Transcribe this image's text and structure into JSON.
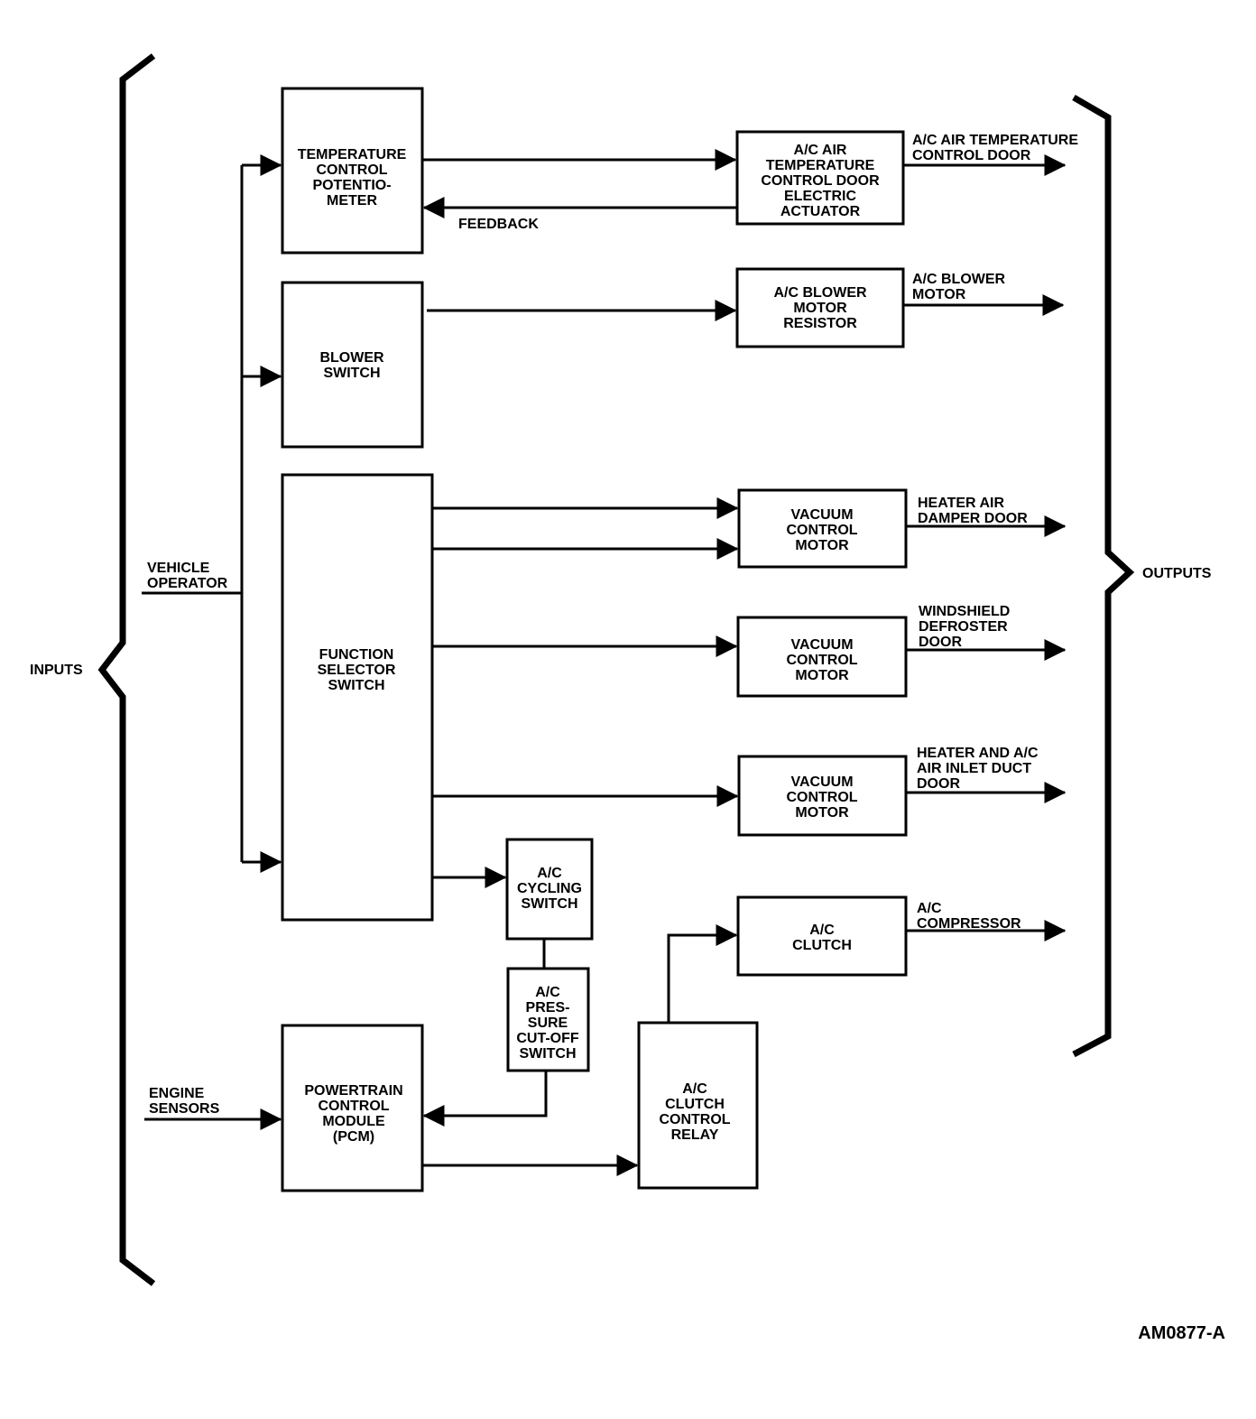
{
  "inputs_label": "INPUTS",
  "outputs_label": "OUTPUTS",
  "vehicle_operator": [
    "VEHICLE",
    "OPERATOR"
  ],
  "engine_sensors": [
    "ENGINE",
    "SENSORS"
  ],
  "feedback_label": "FEEDBACK",
  "figure_id": "AM0877-A",
  "blocks": {
    "temp_pot": [
      "TEMPERATURE",
      "CONTROL",
      "POTENTIO-",
      "METER"
    ],
    "blower_switch": [
      "BLOWER",
      "SWITCH"
    ],
    "function_selector": [
      "FUNCTION",
      "SELECTOR",
      "SWITCH"
    ],
    "ac_cycling": [
      "A/C",
      "CYCLING",
      "SWITCH"
    ],
    "ac_pressure": [
      "A/C",
      "PRES-",
      "SURE",
      "CUT-OFF",
      "SWITCH"
    ],
    "pcm": [
      "POWERTRAIN",
      "CONTROL",
      "MODULE",
      "(PCM)"
    ],
    "clutch_relay": [
      "A/C",
      "CLUTCH",
      "CONTROL",
      "RELAY"
    ],
    "temp_actuator": [
      "A/C AIR",
      "TEMPERATURE",
      "CONTROL DOOR",
      "ELECTRIC",
      "ACTUATOR"
    ],
    "blower_resistor": [
      "A/C BLOWER",
      "MOTOR",
      "RESISTOR"
    ],
    "vacuum_1": [
      "VACUUM",
      "CONTROL",
      "MOTOR"
    ],
    "vacuum_2": [
      "VACUUM",
      "CONTROL",
      "MOTOR"
    ],
    "vacuum_3": [
      "VACUUM",
      "CONTROL",
      "MOTOR"
    ],
    "ac_clutch": [
      "A/C",
      "CLUTCH"
    ]
  },
  "outputs": {
    "temp_door": [
      "A/C AIR TEMPERATURE",
      "CONTROL DOOR"
    ],
    "blower_motor": [
      "A/C BLOWER",
      "MOTOR"
    ],
    "heater_damper": [
      "HEATER AIR",
      "DAMPER DOOR"
    ],
    "defroster": [
      "WINDSHIELD",
      "DEFROSTER",
      "DOOR"
    ],
    "inlet_duct": [
      "HEATER AND A/C",
      "AIR INLET DUCT",
      "DOOR"
    ],
    "compressor": [
      "A/C",
      "COMPRESSOR"
    ]
  }
}
